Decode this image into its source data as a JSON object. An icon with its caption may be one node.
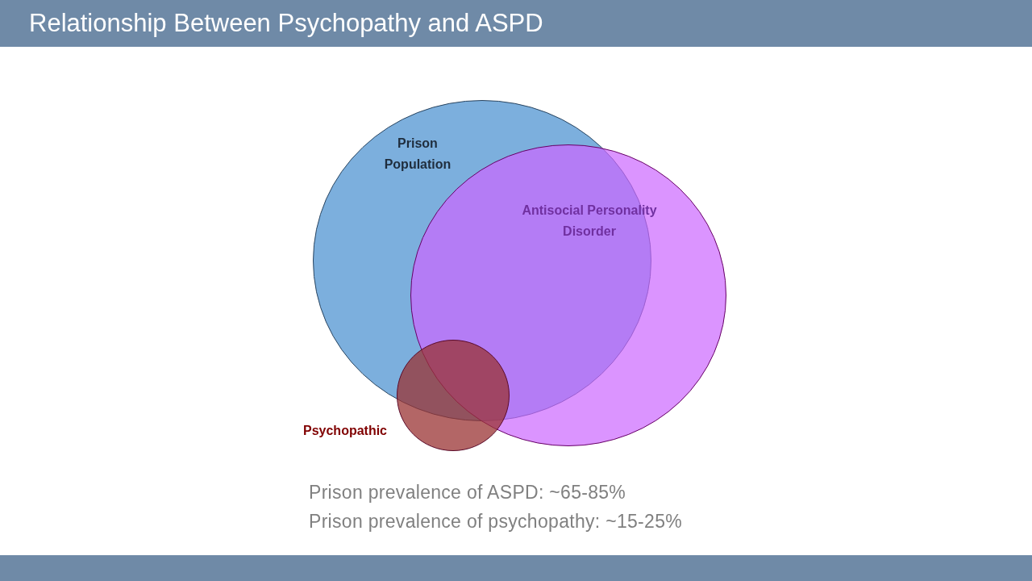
{
  "diagram": {
    "title": "Relationship Between Psychopathy and ASPD",
    "nodes": [
      {
        "text": [
          "Prison Population"
        ]
      },
      {
        "text": [
          "Antisocial Personality Disorder"
        ]
      },
      {
        "text": [
          "Psychopathic"
        ]
      }
    ],
    "labels": [
      "Prison prevalence of ASPD: ~65-85%",
      "Prison prevalence of psychopathy: ~15-25%"
    ]
  }
}
